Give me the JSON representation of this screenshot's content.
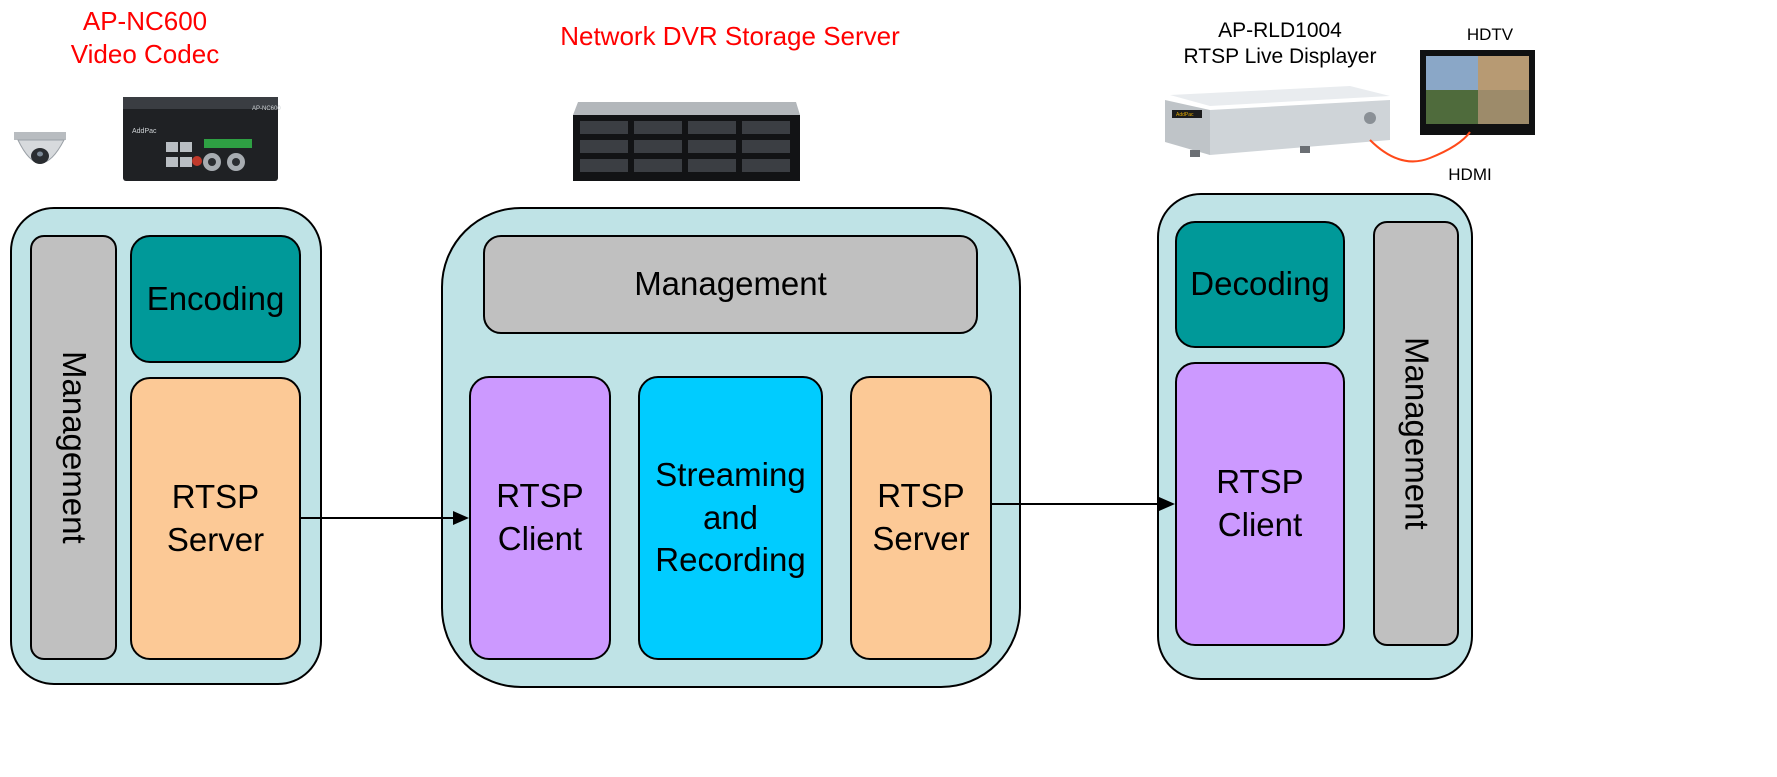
{
  "labels": {
    "codec_model": "AP-NC600",
    "codec_name": "Video Codec",
    "dvr_title": "Network DVR Storage Server",
    "displayer_model": "AP-RLD1004",
    "displayer_name": "RTSP Live Displayer",
    "hdtv": "HDTV",
    "hdmi": "HDMI"
  },
  "device_text": {
    "codec_brand": "AddPac",
    "codec_model_small": "AP-NC600",
    "displayer_brand": "AddPac"
  },
  "codec_block": {
    "management": "Management",
    "encoding": "Encoding",
    "rtsp_server_line1": "RTSP",
    "rtsp_server_line2": "Server"
  },
  "server_block": {
    "management": "Management",
    "rtsp_client_line1": "RTSP",
    "rtsp_client_line2": "Client",
    "streaming_line1": "Streaming",
    "streaming_line2": "and",
    "streaming_line3": "Recording",
    "rtsp_server_line1": "RTSP",
    "rtsp_server_line2": "Server"
  },
  "displayer_block": {
    "decoding": "Decoding",
    "rtsp_client_line1": "RTSP",
    "rtsp_client_line2": "Client",
    "management": "Management"
  },
  "colors": {
    "panel": "#bfe3e6",
    "management": "#c0c0c0",
    "encoding": "#009999",
    "rtsp_server": "#fcc996",
    "rtsp_client": "#cc99ff",
    "streaming": "#00ccff",
    "title_red": "#ff0000"
  }
}
